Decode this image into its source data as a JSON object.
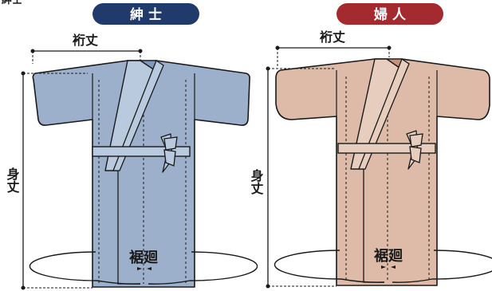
{
  "colors": {
    "mens_badge": "#1f3a6b",
    "womens_badge": "#a32a2e",
    "mens_fabric": "#9cb0cc",
    "mens_collar": "#b9c9de",
    "womens_fabric": "#ddbba8",
    "womens_collar": "#e7cdbd",
    "line": "#1a1a1a"
  },
  "garments": [
    {
      "badge": "紳 士",
      "sleeve_label": "裄丈",
      "height_label": "身丈",
      "hem_label": "裾廻"
    },
    {
      "badge": "婦 人",
      "sleeve_label": "裄丈",
      "height_label": "身丈",
      "hem_label": "裾廻"
    }
  ],
  "partial_top_text": "紳士"
}
